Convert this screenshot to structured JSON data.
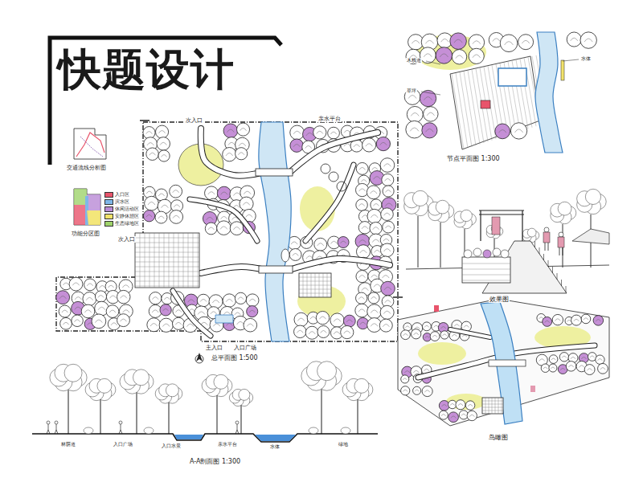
{
  "diagram": {
    "title": "快题设计",
    "labels": [
      "交通流线分析图",
      "功能分区图",
      "次入口",
      "主入口",
      "入口广场",
      "亲水平台",
      "次入口",
      "总平面图 1:500",
      "节点平面图 1:300",
      "效果图",
      "鸟瞰图",
      "A-A剖面图 1:300",
      "林荫道",
      "入口广场",
      "入口水景",
      "亲水平台",
      "水体",
      "绿地",
      "木栈道",
      "水体",
      "草坪"
    ],
    "legend": [
      {
        "text": "入口区",
        "color": "#e8546b"
      },
      {
        "text": "滨水区",
        "color": "#7fb7e8"
      },
      {
        "text": "休闲活动区",
        "color": "#b98ad6"
      },
      {
        "text": "安静休憩区",
        "color": "#f2e36b"
      },
      {
        "text": "生态绿地区",
        "color": "#9fd36b"
      }
    ]
  }
}
